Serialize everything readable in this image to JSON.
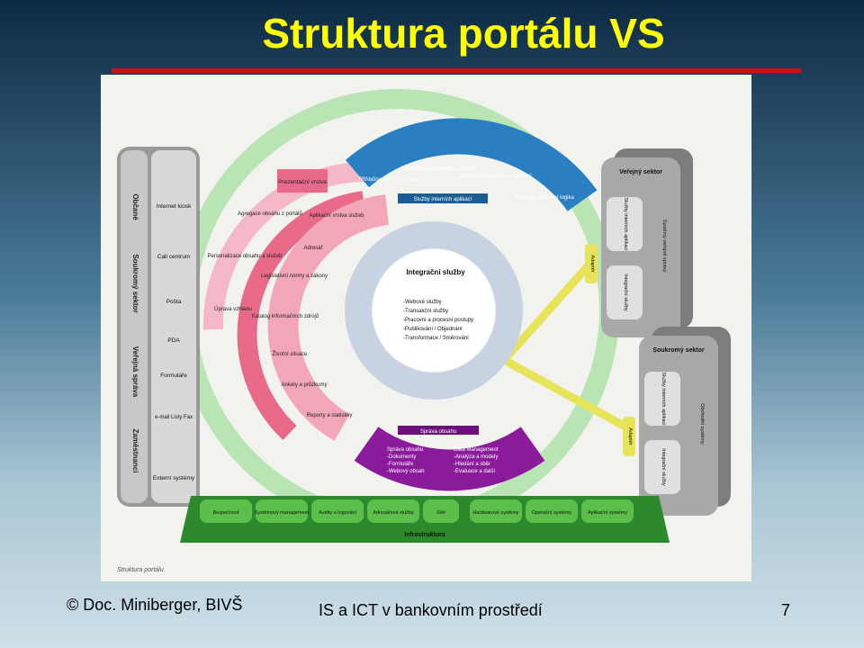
{
  "slide": {
    "title": "Struktura portálu VS",
    "footer_left": "© Doc. Miniberger, BIVŠ",
    "footer_center": "IS a ICT v bankovním prostředí",
    "page_number": "7"
  },
  "diagram": {
    "caption": "Struktura portálu",
    "left_panel": [
      "Občané",
      "Soukromý sektor",
      "Veřejná správa",
      "Zaměstnanci"
    ],
    "channels": [
      "Internet kiosk",
      "Call centrum",
      "Pošta",
      "PDA",
      "Formuláře",
      "e-mail Listy Fax",
      "Externí systémy"
    ],
    "pink_outer": [
      "Agregace obsahu z portálů",
      "Personalizace obsahu a služeb",
      "Úprava vzhledu"
    ],
    "pink_top": "Prezentační vrstva",
    "pink_mid": [
      "Aplikační vrstva služeb",
      "Adresář",
      "Legislativní normy a zákony",
      "Katalog informačních zdrojů",
      "Životní situace",
      "Ankety a průzkumy",
      "Reporty a statistiky"
    ],
    "blue": [
      "Přihlašování a registrace",
      "Administrace uživatelů a profilů",
      "Administrace portálu a aplikací",
      "Procesy, aplikační logika"
    ],
    "blue_bar": "Služby interních aplikací",
    "center": {
      "title": "Integrační služby",
      "items": [
        "-Webové služby",
        "-Transakční služby",
        "-Pracovní a procesní postupy",
        "-Publikování / Objednání",
        "-Transformace / Směrování"
      ]
    },
    "purple_bar": "Správa obsahu",
    "purple": [
      [
        "Správa obsahu",
        "-Dokumenty",
        "-Formuláře",
        "-Webový obsah"
      ],
      [
        "Data Management",
        "-Analýza a modely",
        "-Hledání a sběr",
        "-Evaluace a další"
      ]
    ],
    "right_public": {
      "title": "Veřejný sektor",
      "left": "Služby interních aplikací",
      "right": "Systémy veřejné správy",
      "lower": "Integrační služby"
    },
    "right_private": {
      "title": "Soukromý sektor",
      "left": "Služby interních aplikací",
      "right": "Obchodní systémy",
      "lower": "Integrační služby"
    },
    "adapter": "Adaptér",
    "infra": [
      "Bezpečnost",
      "Systémový management",
      "Audity a logování",
      "Adresářové služby",
      "Sítě",
      "Hardwarové systémy",
      "Operační systémy",
      "Aplikační systémy"
    ],
    "infra_label": "Infrastruktura"
  },
  "colors": {
    "title": "#ffff00",
    "rule": "#d01010",
    "pink": "#e05070",
    "blue": "#2a7ec2",
    "purple": "#8a1b9a",
    "green": "#2c8a2c",
    "gray": "#8a8a8a",
    "yellow": "#e8e45a"
  }
}
